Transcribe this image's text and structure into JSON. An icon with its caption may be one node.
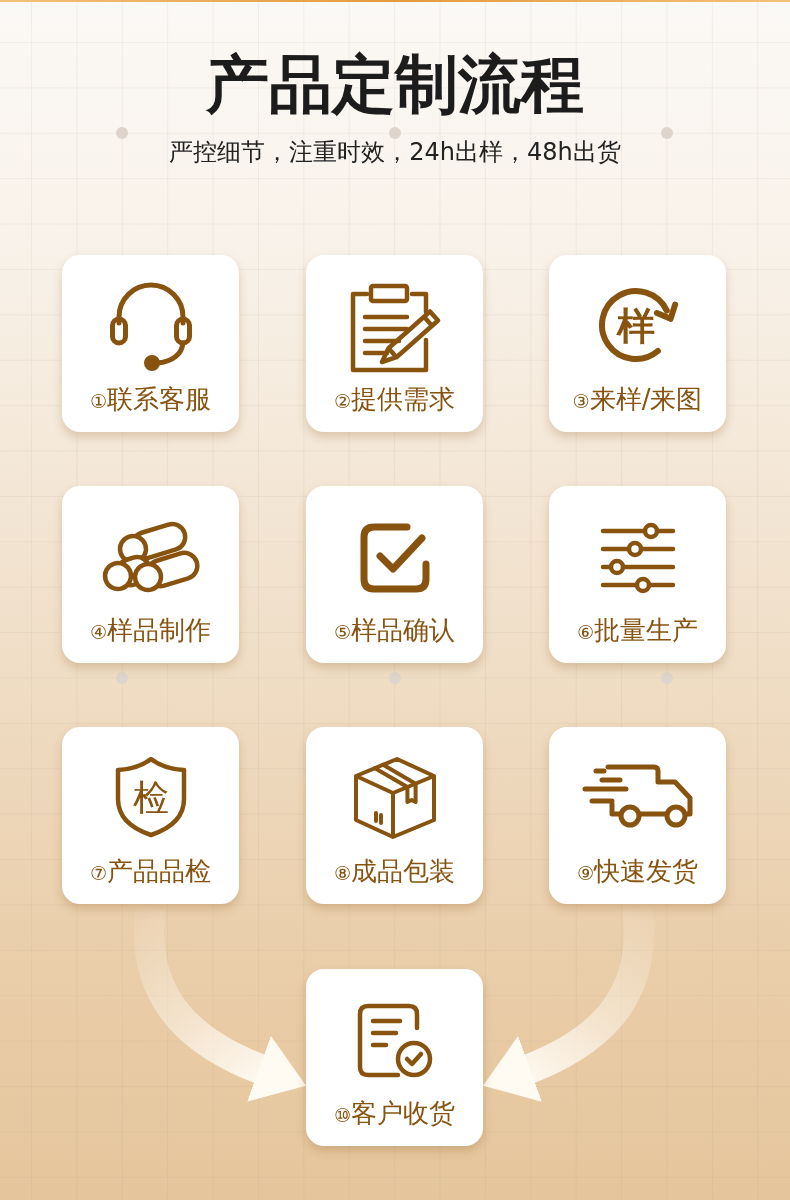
{
  "diagram": {
    "title": "产品定制流程",
    "nodes": [
      {
        "text": [
          "①联系客服"
        ]
      },
      {
        "text": [
          "②提供需求"
        ]
      },
      {
        "text": [
          "样",
          "③来样/来图"
        ]
      },
      {
        "text": [
          "④样品制作"
        ]
      },
      {
        "text": [
          "⑤样品确认"
        ]
      },
      {
        "text": [
          "⑥批量生产"
        ]
      },
      {
        "text": [
          "检",
          "⑦产品品检"
        ]
      },
      {
        "text": [
          "⑧成品包装"
        ]
      },
      {
        "text": [
          "⑨快速发货"
        ]
      },
      {
        "text": [
          "⑩客户收货"
        ]
      }
    ],
    "edges": [
      {
        "from": 6,
        "to": 9,
        "arrow": "to"
      },
      {
        "from": 8,
        "to": 9,
        "arrow": "to"
      }
    ],
    "labels": [
      "严控细节，注重时效，24h出样，48h出货"
    ]
  }
}
